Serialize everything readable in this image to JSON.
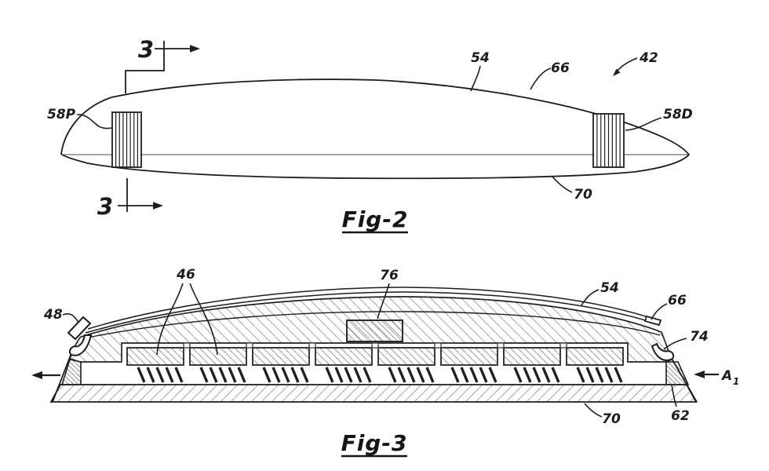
{
  "document": {
    "type_note": "patent-style technical line drawing, two figures on white sheet"
  },
  "fig2": {
    "caption": "Fig-2",
    "section_marker_top": "3",
    "section_marker_bottom": "3",
    "labels": {
      "n42": "42",
      "n54": "54",
      "n58P": "58P",
      "n58D": "58D",
      "n66": "66",
      "n70": "70"
    }
  },
  "fig3": {
    "caption": "Fig-3",
    "labels": {
      "n46": "46",
      "n48": "48",
      "n54": "54",
      "n62": "62",
      "n66": "66",
      "n70": "70",
      "n74": "74",
      "n76": "76"
    },
    "axis_marker": {
      "base": "A",
      "sub": "1"
    }
  },
  "colors": {
    "ink": "#1d1d1d",
    "hatch_light": "#a6a6a6",
    "background": "#ffffff"
  }
}
